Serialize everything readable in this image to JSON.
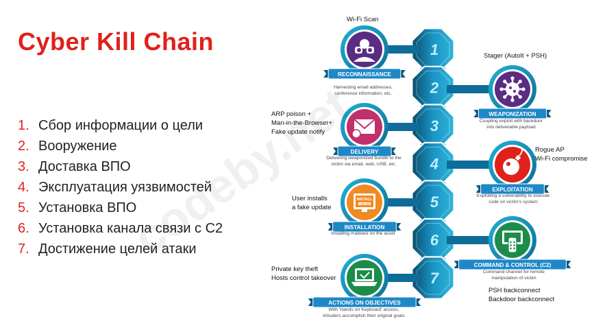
{
  "title": "Cyber Kill Chain",
  "steps": [
    {
      "n": "1.",
      "text": "Сбор информации о цели"
    },
    {
      "n": "2.",
      "text": "Вооружение"
    },
    {
      "n": "3.",
      "text": "Доставка ВПО"
    },
    {
      "n": "4.",
      "text": "Эксплуатация уязвимостей"
    },
    {
      "n": "5.",
      "text": "Установка ВПО"
    },
    {
      "n": "6.",
      "text": "Установка канала связи с С2"
    },
    {
      "n": "7.",
      "text": "Достижение целей атаки"
    }
  ],
  "watermark": "codeby.net",
  "chain_numbers": [
    "1",
    "2",
    "3",
    "4",
    "5",
    "6",
    "7"
  ],
  "stages": [
    {
      "label": "RECONNAISSANCE",
      "desc_line1": "Harvesting email addresses,",
      "desc_line2": "conference information, etc.",
      "icon": "binoculars-icon"
    },
    {
      "label": "WEAPONIZATION",
      "desc_line1": "Coupling exploit with backdoor",
      "desc_line2": "into deliverable payload",
      "icon": "virus-icon"
    },
    {
      "label": "DELIVERY",
      "desc_line1": "Delivering weaponized bundle to the",
      "desc_line2": "victim via email, web, USB, etc.",
      "icon": "envelope-icon"
    },
    {
      "label": "EXPLOITATION",
      "desc_line1": "Exploiting a vulnerability to execute",
      "desc_line2": "code on victim's system",
      "icon": "bomb-icon"
    },
    {
      "label": "INSTALLATION",
      "desc_line1": "Installing malware on the asset",
      "desc_line2": "",
      "icon": "install-screen-icon",
      "screen_text_1": "INSTALL",
      "screen_text_2": "CHOOSE"
    },
    {
      "label": "COMMAND & CONTROL (C2)",
      "desc_line1": "Command channel for remote",
      "desc_line2": "manipulation of victim",
      "icon": "remote-control-icon"
    },
    {
      "label": "ACTIONS ON OBJECTIVES",
      "desc_line1": "With 'Hands on Keyboard' access,",
      "desc_line2": "intruders accomplish their original goals",
      "icon": "laptop-icon"
    }
  ],
  "annotations": {
    "wifi": "Wi-Fi Scan",
    "stager": "Stager (AutoIt + PSH)",
    "arp_1": "ARP poison +",
    "arp_2": "Man-in-the-Browser+",
    "arp_3": "Fake update notify",
    "rogue_1": "Rogue AP",
    "rogue_2": "Wi-Fi compromise",
    "user_1": "User installs",
    "user_2": "a fake update",
    "priv_1": "Private key theft",
    "priv_2": "Hosts control takeover",
    "psh_1": "PSH backconnect",
    "psh_2": "Backdoor backconnect"
  },
  "colors": {
    "red": "#e0211b",
    "teal_dark": "#0a4d6e",
    "teal": "#1a94c4",
    "cyan": "#2fb6d8",
    "ribbon": "#1e88c7",
    "purple": "#5a2d82",
    "orange": "#f08a24",
    "green": "#1c8c4a",
    "magenta": "#c0306a"
  }
}
